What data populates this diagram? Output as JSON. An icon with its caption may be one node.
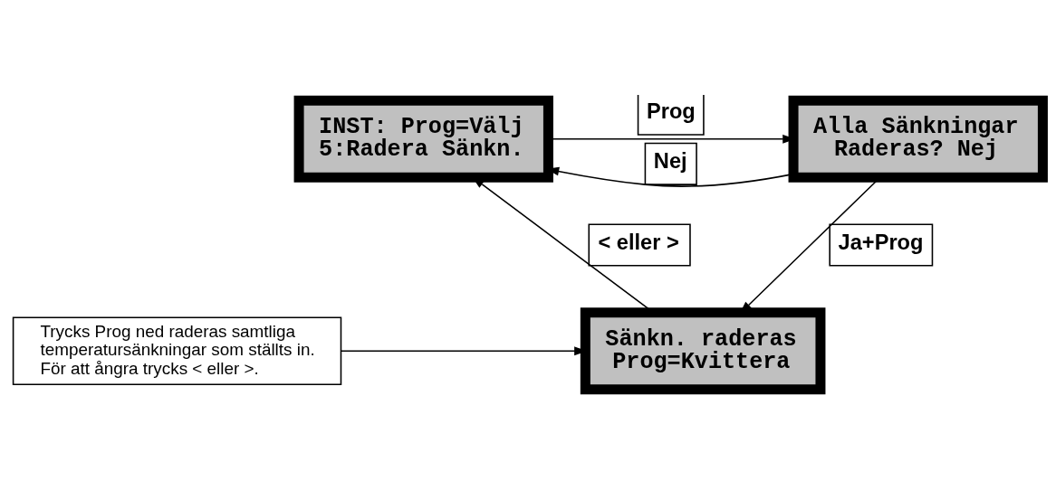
{
  "diagram": {
    "nodes": [
      {
        "text": [
          "INST: Prog=Välj",
          "5:Radera Sänkn."
        ]
      },
      {
        "text": [
          "Alla Sänkningar",
          "Raderas? Nej"
        ]
      },
      {
        "text": [
          "Sänkn. raderas",
          "Prog=Kvittera"
        ]
      },
      {
        "text": [
          "Trycks Prog ned raderas samtliga temperatursänkningar som ställts in. För att ångra trycks < eller >."
        ]
      }
    ],
    "edges": [
      {
        "from": 0,
        "to": 1,
        "arrow": "to",
        "label": "Prog"
      },
      {
        "from": 1,
        "to": 0,
        "arrow": "to",
        "label": "Nej"
      },
      {
        "from": 1,
        "to": 2,
        "arrow": "to",
        "label": "Ja+Prog"
      },
      {
        "from": 2,
        "to": 0,
        "arrow": "to",
        "label": "< eller >"
      },
      {
        "from": 3,
        "to": 2,
        "arrow": "to"
      }
    ]
  }
}
